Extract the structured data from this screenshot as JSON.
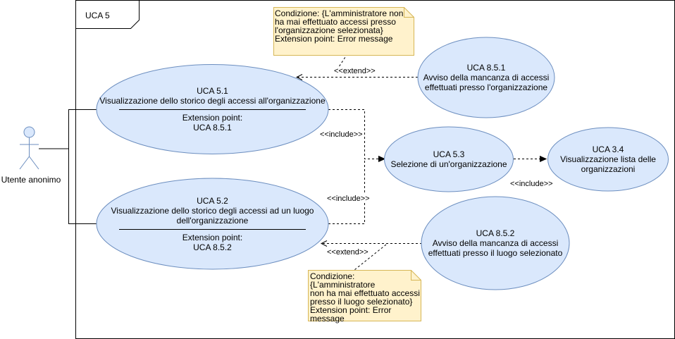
{
  "frame": {
    "title": "UCA 5"
  },
  "actor": {
    "name": "Utente anonimo"
  },
  "use_cases": {
    "uca_5_1": {
      "title": "UCA 5.1",
      "desc": "Visualizzazione dello storico degli accessi all'organizzazione",
      "ext_label": "Extension point:",
      "ext_value": "UCA 8.5.1"
    },
    "uca_5_2": {
      "title": "UCA 5.2",
      "desc1": "Visualizzazione dello storico degli accessi ad un luogo",
      "desc2": "dell'organizzazione",
      "ext_label": "Extension point:",
      "ext_value": "UCA 8.5.2"
    },
    "uca_5_3": {
      "title": "UCA 5.3",
      "desc": "Selezione di un'organizzazione"
    },
    "uca_3_4": {
      "title": "UCA 3.4",
      "desc1": "Visualizzazione lista delle",
      "desc2": "organizzazioni"
    },
    "uca_8_5_1": {
      "title": "UCA  8.5.1",
      "desc1": "Avviso della mancanza di accessi",
      "desc2": "effettuati presso l'organizzazione"
    },
    "uca_8_5_2": {
      "title": "UCA  8.5.2",
      "desc1": "Avviso della mancanza di accessi",
      "desc2": "effettuati presso il luogo selezionato"
    }
  },
  "notes": {
    "top": {
      "lines": [
        "Condizione: {L'amministratore non",
        "ha mai effettuato accessi presso",
        "l'organizzazione selezionata}",
        "Extension point: Error message"
      ]
    },
    "bottom": {
      "lines": [
        "Condizione: {L'amministratore",
        "non ha mai effettuato accessi",
        "presso il luogo selezionato}",
        "Extension point: Error",
        "message"
      ]
    }
  },
  "relations": {
    "extend_top": "<<extend>>",
    "extend_bottom": "<<extend>>",
    "include_5_1": "<<include>>",
    "include_5_2": "<<include>>",
    "include_3_4": "<<include>>"
  },
  "colors": {
    "usecase_fill": "#dae8fc",
    "usecase_stroke": "#6c8ebf",
    "note_fill": "#fff2cc",
    "note_stroke": "#d6b656",
    "line": "#000000"
  }
}
